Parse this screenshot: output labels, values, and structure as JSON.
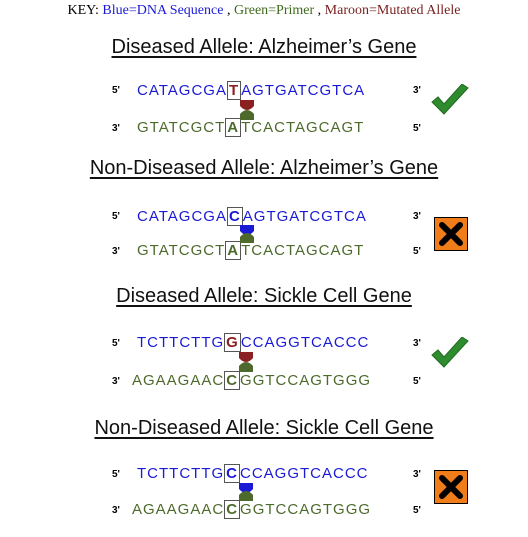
{
  "key": {
    "prefix": "KEY: ",
    "blue": "Blue=DNA Sequence",
    "sep1": " , ",
    "green": "Green=Primer",
    "sep2": " , ",
    "maroon": "Maroon=Mutated Allele"
  },
  "prime_labels": {
    "five": "5'",
    "three": "3'"
  },
  "colors": {
    "dna": "#1a1ad6",
    "primer": "#4d6a2c",
    "mutated": "#8b2020",
    "check": "#2e8b2e",
    "x_box": "#f07c1a"
  },
  "sections": [
    {
      "title": "Diseased Allele: Alzheimer’s Gene",
      "top_pre": "CATAGCGA",
      "top_base": "T",
      "top_post": "AGTGATCGTCA",
      "bottom_pre": "GTATCGCT",
      "bottom_base": "A",
      "bottom_post": "TCACTAGCAGT",
      "result_icon": "checkmark-icon",
      "marker_color": "mutated"
    },
    {
      "title": "Non-Diseased Allele: Alzheimer’s Gene",
      "top_pre": "CATAGCGA",
      "top_base": "C",
      "top_post": "AGTGATCGTCA",
      "bottom_pre": "GTATCGCT",
      "bottom_base": "A",
      "bottom_post": "TCACTAGCAGT",
      "result_icon": "x-mark-icon",
      "marker_color": "dna"
    },
    {
      "title": "Diseased Allele: Sickle Cell Gene",
      "top_pre": "TCTTCTTG",
      "top_base": "G",
      "top_post": "CCAGGTCACCC",
      "bottom_pre": "AGAAGAAC",
      "bottom_base": "C",
      "bottom_post": "GGTCCAGTGGG",
      "result_icon": "checkmark-icon",
      "marker_color": "mutated"
    },
    {
      "title": "Non-Diseased Allele: Sickle Cell Gene",
      "top_pre": "TCTTCTTG",
      "top_base": "C",
      "top_post": "CCAGGTCACCC",
      "bottom_pre": "AGAAGAAC",
      "bottom_base": "C",
      "bottom_post": "GGTCCAGTGGG",
      "result_icon": "x-mark-icon",
      "marker_color": "dna"
    }
  ]
}
